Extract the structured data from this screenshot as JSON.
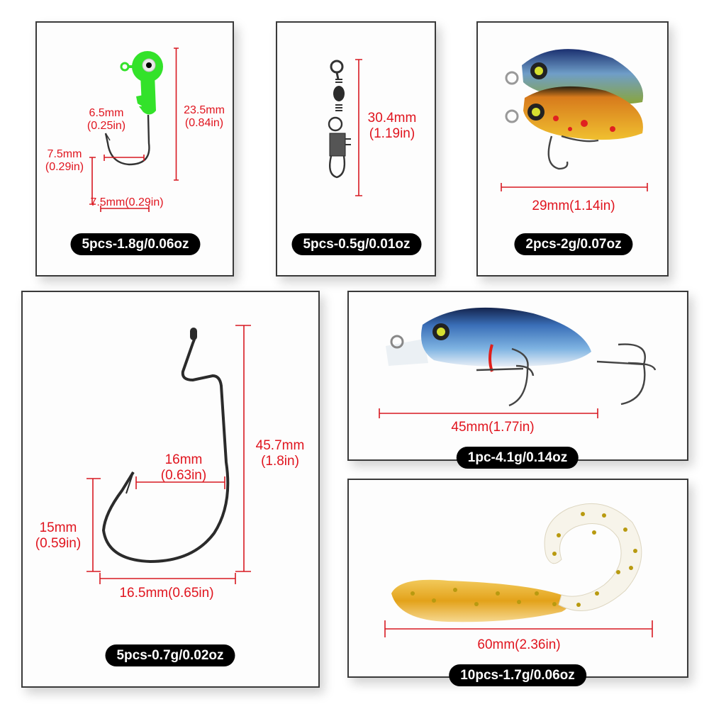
{
  "panels": [
    {
      "id": "jig-head",
      "item": "green jig head hook",
      "quantity_weight": "5pcs-1.8g/0.06oz",
      "dimensions": {
        "gap_label_mm": "6.5mm",
        "gap_label_in": "(0.25in)",
        "bend_label_mm": "7.5mm",
        "bend_label_in": "(0.29in)",
        "height_label_mm": "23.5mm",
        "height_label_in": "(0.84in)",
        "width_label": "7.5mm(0.29in)"
      },
      "colors": {
        "head": "#33e22a"
      }
    },
    {
      "id": "snap-swivel",
      "item": "barrel swivel with snap",
      "quantity_weight": "5pcs-0.5g/0.01oz",
      "dimensions": {
        "height_label_mm": "30.4mm",
        "height_label_in": "(1.19in)"
      }
    },
    {
      "id": "mini-crankbait",
      "item": "two mini crankbaits",
      "quantity_weight": "2pcs-2g/0.07oz",
      "dimensions": {
        "length_label": "29mm(1.14in)"
      }
    },
    {
      "id": "offset-worm-hook",
      "item": "offset worm hook",
      "quantity_weight": "5pcs-0.7g/0.02oz",
      "dimensions": {
        "gap_label_mm": "16mm",
        "gap_label_in": "(0.63in)",
        "height_label_mm": "45.7mm",
        "height_label_in": "(1.8in)",
        "bend_label_mm": "15mm",
        "bend_label_in": "(0.59in)",
        "width_label": "16.5mm(0.65in)"
      }
    },
    {
      "id": "crankbait",
      "item": "blue crankbait with treble hooks",
      "quantity_weight": "1pc-4.1g/0.14oz",
      "dimensions": {
        "length_label": "45mm(1.77in)"
      }
    },
    {
      "id": "grub",
      "item": "curly tail soft grub",
      "quantity_weight": "10pcs-1.7g/0.06oz",
      "dimensions": {
        "length_label": "60mm(2.36in)"
      }
    }
  ],
  "colors": {
    "dimension_red": "#e0141e",
    "pill_bg": "#000000",
    "pill_text": "#ffffff",
    "panel_border": "#3a3a3a"
  }
}
